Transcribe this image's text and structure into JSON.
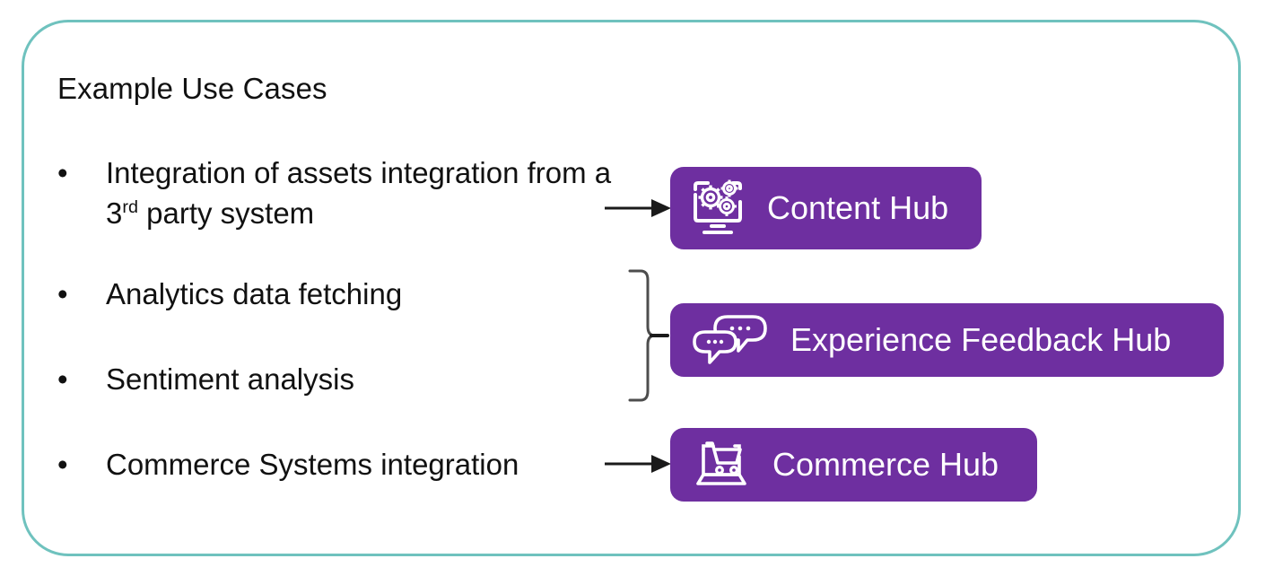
{
  "frame": {
    "border_color": "#6fc2be",
    "background": "#ffffff"
  },
  "title": "Example Use Cases",
  "bullets": [
    {
      "marker": "•",
      "text_before": "Integration of assets integration from a 3",
      "superscript": "rd",
      "text_after": " party system",
      "full_text": "Integration of assets integration from a 3rd party system",
      "connector": "arrow"
    },
    {
      "marker": "•",
      "text_before": "Analytics data fetching",
      "superscript": "",
      "text_after": "",
      "full_text": "Analytics data fetching",
      "connector": "brace"
    },
    {
      "marker": "•",
      "text_before": "Sentiment analysis",
      "superscript": "",
      "text_after": "",
      "full_text": "Sentiment analysis",
      "connector": "brace"
    },
    {
      "marker": "•",
      "text_before": "Commerce Systems integration",
      "superscript": "",
      "text_after": "",
      "full_text": "Commerce Systems integration",
      "connector": "arrow"
    }
  ],
  "hubs": [
    {
      "label": "Content Hub",
      "icon": "monitor-gears-icon",
      "color": "#6e2fa0",
      "text_color": "#ffffff"
    },
    {
      "label": "Experience Feedback Hub",
      "icon": "chat-bubbles-icon",
      "color": "#6e2fa0",
      "text_color": "#ffffff"
    },
    {
      "label": "Commerce Hub",
      "icon": "laptop-cart-icon",
      "color": "#6e2fa0",
      "text_color": "#ffffff"
    }
  ],
  "connectors": {
    "arrow_color": "#1a1a1a",
    "brace_color": "#4d4d4d",
    "arrow_content_name": "arrow-to-content-hub",
    "arrow_commerce_name": "arrow-to-commerce-hub",
    "brace_name": "brace-to-experience-feedback-hub"
  }
}
